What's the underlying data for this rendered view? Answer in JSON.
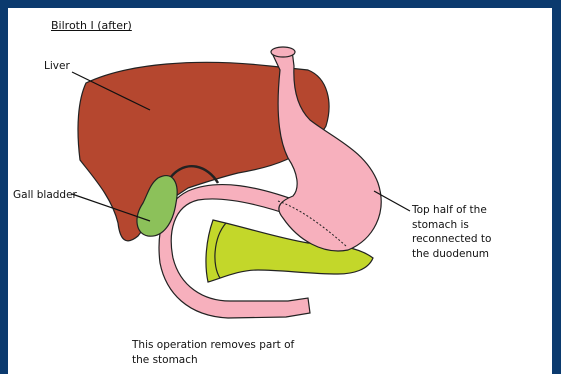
{
  "title": "Bilroth I (after)",
  "labels": {
    "liver": "Liver",
    "gall_bladder": "Gall bladder",
    "stomach_note_lines": [
      "Top half of the",
      "stomach is",
      "reconnected to",
      "the duodenum"
    ],
    "footer_lines": [
      "This operation removes part of",
      "the stomach"
    ]
  },
  "colors": {
    "background": "#0b3a6e",
    "liver": "#b5472f",
    "stomach": "#f7b0bd",
    "gall_bladder": "#8cc15a",
    "pancreas": "#c3d72a",
    "outline": "#1a1a1a"
  }
}
